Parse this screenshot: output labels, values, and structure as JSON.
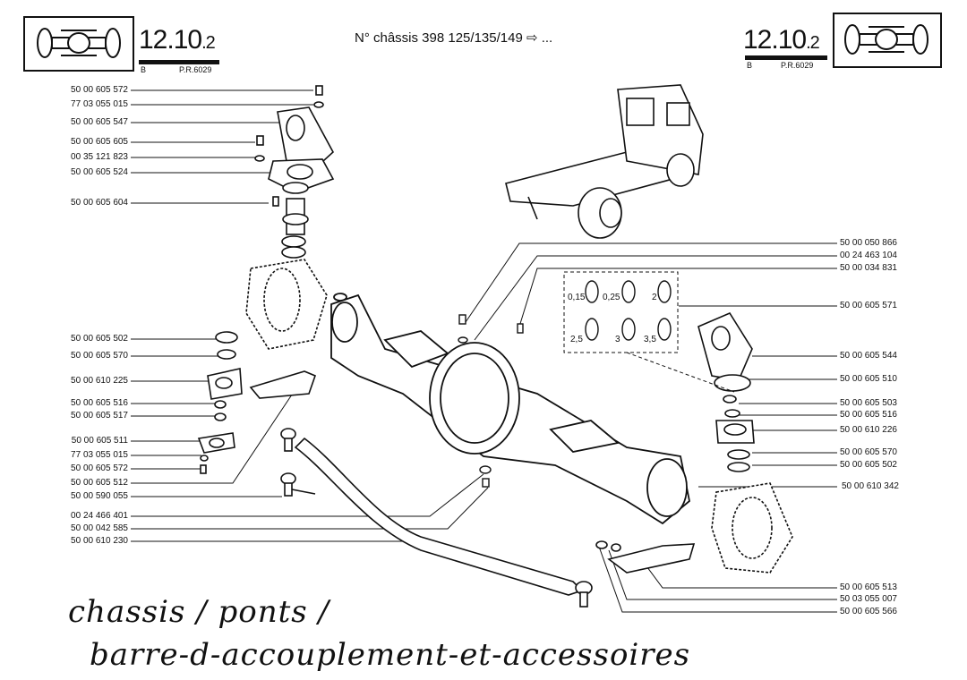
{
  "header": {
    "section_main": "12.10",
    "section_sub": ".2",
    "section_letter": "B",
    "section_ref": "P.R.6029",
    "title": "N° châssis 398 125/135/149 ⇨ ..."
  },
  "left_parts": [
    "50 00 605 572",
    "77 03 055 015",
    "50 00 605 547",
    "50 00 605 605",
    "00 35 121 823",
    "50 00 605 524",
    "50 00 605 604",
    "50 00 605 502",
    "50 00 605 570",
    "50 00 610 225",
    "50 00 605 516",
    "50 00 605 517",
    "50 00 605 511",
    "77 03 055 015",
    "50 00 605 572",
    "50 00 605 512",
    "50 00 590 055",
    "00 24 466 401",
    "50 00 042 585",
    "50 00 610 230"
  ],
  "right_parts": [
    "50 00 050 866",
    "00 24 463 104",
    "50 00 034 831",
    "50 00 605 571",
    "50 00 605 544",
    "50 00 605 510",
    "50 00 605 503",
    "50 00 605 516",
    "50 00 610 226",
    "50 00 605 570",
    "50 00 605 502",
    "50 00 610 342",
    "50 00 605 513",
    "50 03 055 007",
    "50 00 605 566"
  ],
  "shims": [
    "0,15",
    "0,25",
    "2",
    "2,5",
    "3",
    "3,5"
  ],
  "handwriting": {
    "line1": "chassis / ponts /",
    "line2": "barre-d-accouplement-et-accessoires"
  }
}
